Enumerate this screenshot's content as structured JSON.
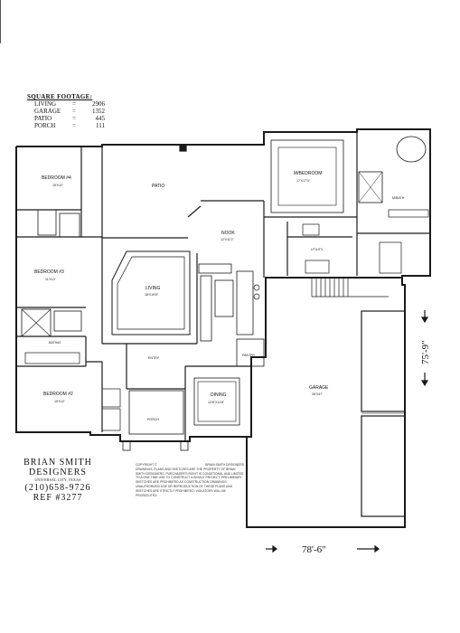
{
  "square_footage": {
    "title": "SQUARE FOOTAGE:",
    "rows": [
      {
        "label": "LIVING",
        "eq": "=",
        "value": "2906"
      },
      {
        "label": "GARAGE",
        "eq": "=",
        "value": "1352"
      },
      {
        "label": "PATIO",
        "eq": "=",
        "value": "445"
      },
      {
        "label": "PORCH",
        "eq": "=",
        "value": "111"
      }
    ]
  },
  "rooms": {
    "bedroom4": {
      "name": "BEDROOM #4",
      "size": "15'X12'"
    },
    "patio": {
      "name": "PATIO"
    },
    "master_bedroom": {
      "name": "M/BEDROOM",
      "size": "17'X17'4\""
    },
    "master_bath": {
      "name": "M/BATH"
    },
    "nook": {
      "name": "NOOK",
      "size": "12'X11'2\""
    },
    "utility": {
      "name": "UTILITY"
    },
    "bedroom3": {
      "name": "BEDROOM #3",
      "size": "11'X13'"
    },
    "living": {
      "name": "LIVING",
      "size": "18'X19'8\""
    },
    "bath2": {
      "name": "BATH#2"
    },
    "pantry": {
      "name": "PANTRY"
    },
    "entry": {
      "name": "ENTRY"
    },
    "bedroom2": {
      "name": "BEDROOM #2",
      "size": "15'X12'"
    },
    "dining": {
      "name": "DINING",
      "size": "12'8\"X11'8\""
    },
    "garage": {
      "name": "GARAGE",
      "size": "26'X47'"
    },
    "porch": {
      "name": "PORCH"
    }
  },
  "dimensions": {
    "width": "78'-6\"",
    "depth": "75'-9\""
  },
  "title_block": {
    "line1": "BRIAN SMITH",
    "line2": "DESIGNERS",
    "line3": "UNIVERSAL CITY, TEXAS",
    "phone": "(210)658-9726",
    "ref": "REF #3277"
  },
  "notes": {
    "copyright": "COPYRIGHT ©",
    "company": "BRIAN SMITH DESIGNERS",
    "body": "DRAWINGS, PLANS AND SKETCHES ARE THE PROPERTY OF BRIAN SMITH DESIGNERS. PURCHASER'S RIGHT IS CONDITIONAL AND LIMITED TO A ONE TIME USE TO CONSTRUCT A SINGLE PROJECT. PRELIMINARY SKETCHES ARE PROHIBITED AS CONSTRUCTION DRAWINGS. UNAUTHORIZED USE OR REPRODUCTION OF THESE PLANS AND SKETCHES ARE STRICTLY PROHIBITED. VIOLATORS WILL BE PROSECUTED."
  },
  "colors": {
    "line": "#1a1a1a",
    "paper": "#ffffff"
  }
}
